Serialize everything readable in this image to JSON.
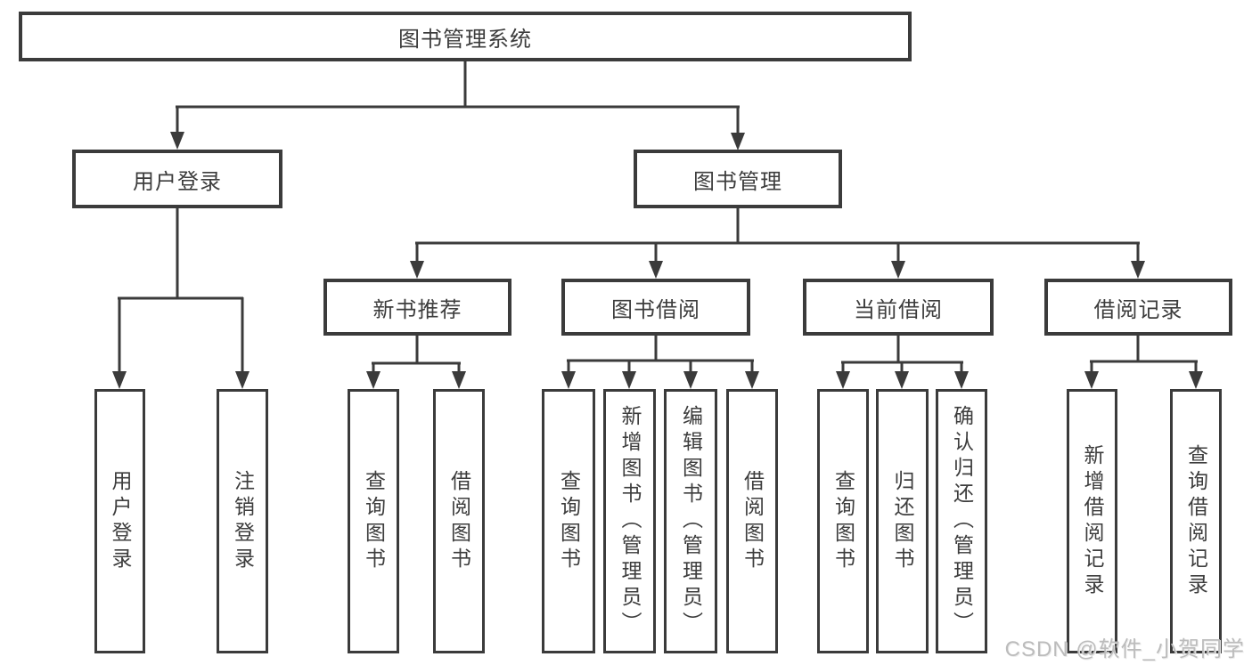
{
  "diagram": {
    "tree": {
      "label": "图书管理系统",
      "children": [
        {
          "label": "用户登录",
          "children": [
            {
              "label": "用户登录"
            },
            {
              "label": "注销登录"
            }
          ]
        },
        {
          "label": "图书管理",
          "children": [
            {
              "label": "新书推荐",
              "children": [
                {
                  "label": "查询图书"
                },
                {
                  "label": "借阅图书"
                }
              ]
            },
            {
              "label": "图书借阅",
              "children": [
                {
                  "label": "查询图书"
                },
                {
                  "label": "新增图书（管理员）"
                },
                {
                  "label": "编辑图书（管理员）"
                },
                {
                  "label": "借阅图书"
                }
              ]
            },
            {
              "label": "当前借阅",
              "children": [
                {
                  "label": "查询图书"
                },
                {
                  "label": "归还图书"
                },
                {
                  "label": "确认归还（管理员）"
                }
              ]
            },
            {
              "label": "借阅记录",
              "children": [
                {
                  "label": "新增借阅记录"
                },
                {
                  "label": "查询借阅记录"
                }
              ]
            }
          ]
        }
      ]
    }
  },
  "watermark": "CSDN @软件_小贺同学",
  "colors": {
    "line": "#3b3b3b",
    "text": "#3d3d3d",
    "background": "#ffffff",
    "watermark": "#bcbcbc"
  }
}
